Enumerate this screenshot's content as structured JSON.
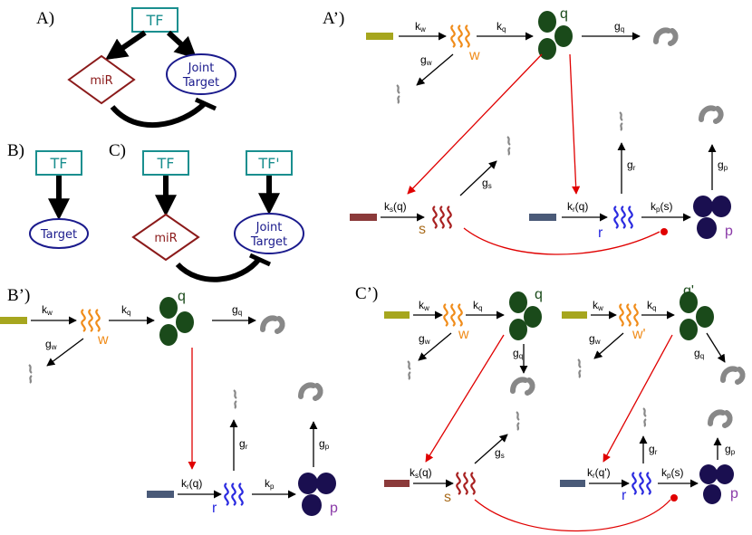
{
  "panels": {
    "A": "A)",
    "B": "B)",
    "C": "C)",
    "Ap": "A’)",
    "Bp": "B’)",
    "Cp": "C’)"
  },
  "nodes": {
    "tf": "TF",
    "tf_prime": "TF'",
    "mir": "miR",
    "joint1": "Joint",
    "joint2": "Target",
    "target": "Target"
  },
  "species": {
    "w": "w",
    "w_prime": "w'",
    "q": "q",
    "q_prime": "q'",
    "s": "s",
    "r": "r",
    "p": "p"
  },
  "rates": {
    "k": "k",
    "g": "g",
    "w": "w",
    "q": "q",
    "s": "s",
    "r": "r",
    "p": "p",
    "q_arg": "(q)",
    "qp_arg": "(q')",
    "s_arg": "(s)"
  },
  "colors": {
    "tf_teal": "#1a8f8f",
    "mir_red": "#8b1a1a",
    "target_navy": "#1a1a8c",
    "gene_w": "#a6a61e",
    "gene_s": "#8b3a3a",
    "gene_r": "#4a5a78",
    "mrna_w": "#f08c1a",
    "mrna_s": "#a82020",
    "mrna_r": "#2a2ae0",
    "protein_q": "#1a4a1a",
    "protein_p": "#1a0f50",
    "degraded": "#888888",
    "regulation": "#e00000"
  }
}
